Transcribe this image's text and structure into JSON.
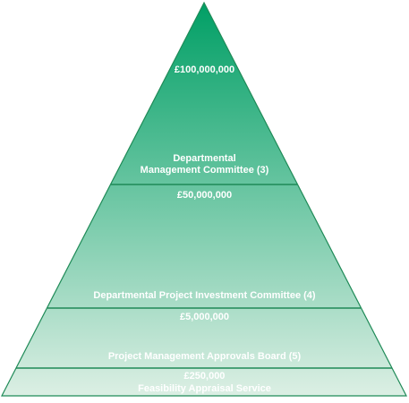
{
  "colors": {
    "apex": "#009f65",
    "base": "#dcefe4",
    "divider": "#1f8a57",
    "text": "#ffffff"
  },
  "tiers": [
    {
      "threshold": "£100,000,000",
      "committee_line1": "Departmental",
      "committee_line2": "Management Committee (3)"
    },
    {
      "threshold": "£50,000,000",
      "committee": "Departmental Project Investment Committee (4)"
    },
    {
      "threshold": "£5,000,000",
      "committee": "Project Management Approvals Board (5)"
    },
    {
      "threshold": "£250,000",
      "committee": "Feasibility Appraisal Service"
    }
  ]
}
